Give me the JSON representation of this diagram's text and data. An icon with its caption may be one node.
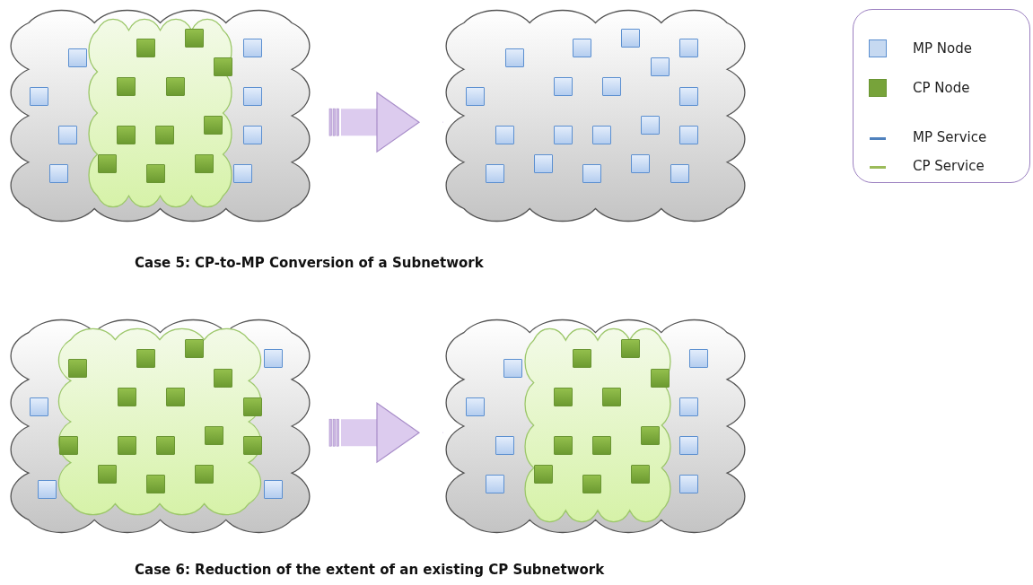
{
  "diagram": {
    "nodes": [
      {
        "text": [],
        "shape": "cloud"
      },
      {
        "text": [],
        "shape": "cloud",
        "in": 0
      },
      {
        "text": [],
        "shape": "box",
        "in": 0
      },
      {
        "text": [],
        "shape": "box",
        "in": 0
      },
      {
        "text": [],
        "shape": "box",
        "in": 0
      },
      {
        "text": [],
        "shape": "box",
        "in": 0
      },
      {
        "text": [],
        "shape": "box",
        "in": 0
      },
      {
        "text": [],
        "shape": "box",
        "in": 0
      },
      {
        "text": [],
        "shape": "box",
        "in": 0
      },
      {
        "text": [],
        "shape": "box",
        "in": 0
      },
      {
        "text": [],
        "shape": "box",
        "in": 1
      },
      {
        "text": [],
        "shape": "box",
        "in": 1
      },
      {
        "text": [],
        "shape": "box",
        "in": 1
      },
      {
        "text": [],
        "shape": "box",
        "in": 1
      },
      {
        "text": [],
        "shape": "box",
        "in": 1
      },
      {
        "text": [],
        "shape": "box",
        "in": 1
      },
      {
        "text": [],
        "shape": "box",
        "in": 1
      },
      {
        "text": [],
        "shape": "box",
        "in": 1
      },
      {
        "text": [],
        "shape": "box",
        "in": 1
      },
      {
        "text": [],
        "shape": "box",
        "in": 1
      },
      {
        "text": [],
        "shape": "box",
        "in": 1
      },
      {
        "text": [],
        "shape": "cloud"
      },
      {
        "text": [],
        "shape": "box",
        "in": 21
      },
      {
        "text": [],
        "shape": "box",
        "in": 21
      },
      {
        "text": [],
        "shape": "box",
        "in": 21
      },
      {
        "text": [],
        "shape": "box",
        "in": 21
      },
      {
        "text": [],
        "shape": "box",
        "in": 21
      },
      {
        "text": [],
        "shape": "box",
        "in": 21
      },
      {
        "text": [],
        "shape": "box",
        "in": 21
      },
      {
        "text": [],
        "shape": "box",
        "in": 21
      },
      {
        "text": [],
        "shape": "box",
        "in": 21
      },
      {
        "text": [],
        "shape": "box",
        "in": 21
      },
      {
        "text": [],
        "shape": "box",
        "in": 21
      },
      {
        "text": [],
        "shape": "box",
        "in": 21
      },
      {
        "text": [],
        "shape": "box",
        "in": 21
      },
      {
        "text": [],
        "shape": "box",
        "in": 21
      },
      {
        "text": [],
        "shape": "box",
        "in": 21
      },
      {
        "text": [],
        "shape": "box",
        "in": 21
      },
      {
        "text": [],
        "shape": "box",
        "in": 21
      },
      {
        "text": [],
        "shape": "box",
        "in": 21
      },
      {
        "text": [],
        "shape": "box",
        "in": 21
      },
      {
        "text": [],
        "shape": "cloud"
      },
      {
        "text": [],
        "shape": "cloud",
        "in": 41
      },
      {
        "text": [],
        "shape": "box",
        "in": 41
      },
      {
        "text": [],
        "shape": "box",
        "in": 41
      },
      {
        "text": [],
        "shape": "box",
        "in": 41
      },
      {
        "text": [],
        "shape": "box",
        "in": 41
      },
      {
        "text": [],
        "shape": "box",
        "in": 42
      },
      {
        "text": [],
        "shape": "box",
        "in": 42
      },
      {
        "text": [],
        "shape": "box",
        "in": 42
      },
      {
        "text": [],
        "shape": "box",
        "in": 42
      },
      {
        "text": [],
        "shape": "box",
        "in": 42
      },
      {
        "text": [],
        "shape": "box",
        "in": 42
      },
      {
        "text": [],
        "shape": "box",
        "in": 42
      },
      {
        "text": [],
        "shape": "box",
        "in": 42
      },
      {
        "text": [],
        "shape": "box",
        "in": 42
      },
      {
        "text": [],
        "shape": "box",
        "in": 42
      },
      {
        "text": [],
        "shape": "box",
        "in": 42
      },
      {
        "text": [],
        "shape": "box",
        "in": 42
      },
      {
        "text": [],
        "shape": "box",
        "in": 42
      },
      {
        "text": [],
        "shape": "box",
        "in": 42
      },
      {
        "text": [],
        "shape": "box",
        "in": 42
      },
      {
        "text": [],
        "shape": "cloud"
      },
      {
        "text": [],
        "shape": "cloud",
        "in": 62
      },
      {
        "text": [],
        "shape": "box",
        "in": 62
      },
      {
        "text": [],
        "shape": "box",
        "in": 62
      },
      {
        "text": [],
        "shape": "box",
        "in": 62
      },
      {
        "text": [],
        "shape": "box",
        "in": 62
      },
      {
        "text": [],
        "shape": "box",
        "in": 62
      },
      {
        "text": [],
        "shape": "box",
        "in": 62
      },
      {
        "text": [],
        "shape": "box",
        "in": 62
      },
      {
        "text": [],
        "shape": "box",
        "in": 62
      },
      {
        "text": [],
        "shape": "box",
        "in": 63
      },
      {
        "text": [],
        "shape": "box",
        "in": 63
      },
      {
        "text": [],
        "shape": "box",
        "in": 63
      },
      {
        "text": [],
        "shape": "box",
        "in": 63
      },
      {
        "text": [],
        "shape": "box",
        "in": 63
      },
      {
        "text": [],
        "shape": "box",
        "in": 63
      },
      {
        "text": [],
        "shape": "box",
        "in": 63
      },
      {
        "text": [],
        "shape": "box",
        "in": 63
      },
      {
        "text": [],
        "shape": "box",
        "in": 63
      },
      {
        "text": [],
        "shape": "box",
        "in": 63
      },
      {
        "text": [],
        "shape": "box",
        "in": 63
      }
    ],
    "edges": [
      {
        "from": 0,
        "to": 21,
        "arrow": "to"
      },
      {
        "from": 41,
        "to": 62,
        "arrow": "to"
      }
    ],
    "labels": [
      "Case 5: CP-to-MP Conversion of a Subnetwork",
      "Case 6: Reduction of the extent of an existing CP Subnetwork"
    ],
    "legend": [
      {
        "text": "MP Node",
        "color": "#c6d9f1"
      },
      {
        "text": "CP Node",
        "color": "#77a33a"
      },
      {
        "text": "MP Service"
      },
      {
        "text": "CP Service"
      }
    ]
  }
}
